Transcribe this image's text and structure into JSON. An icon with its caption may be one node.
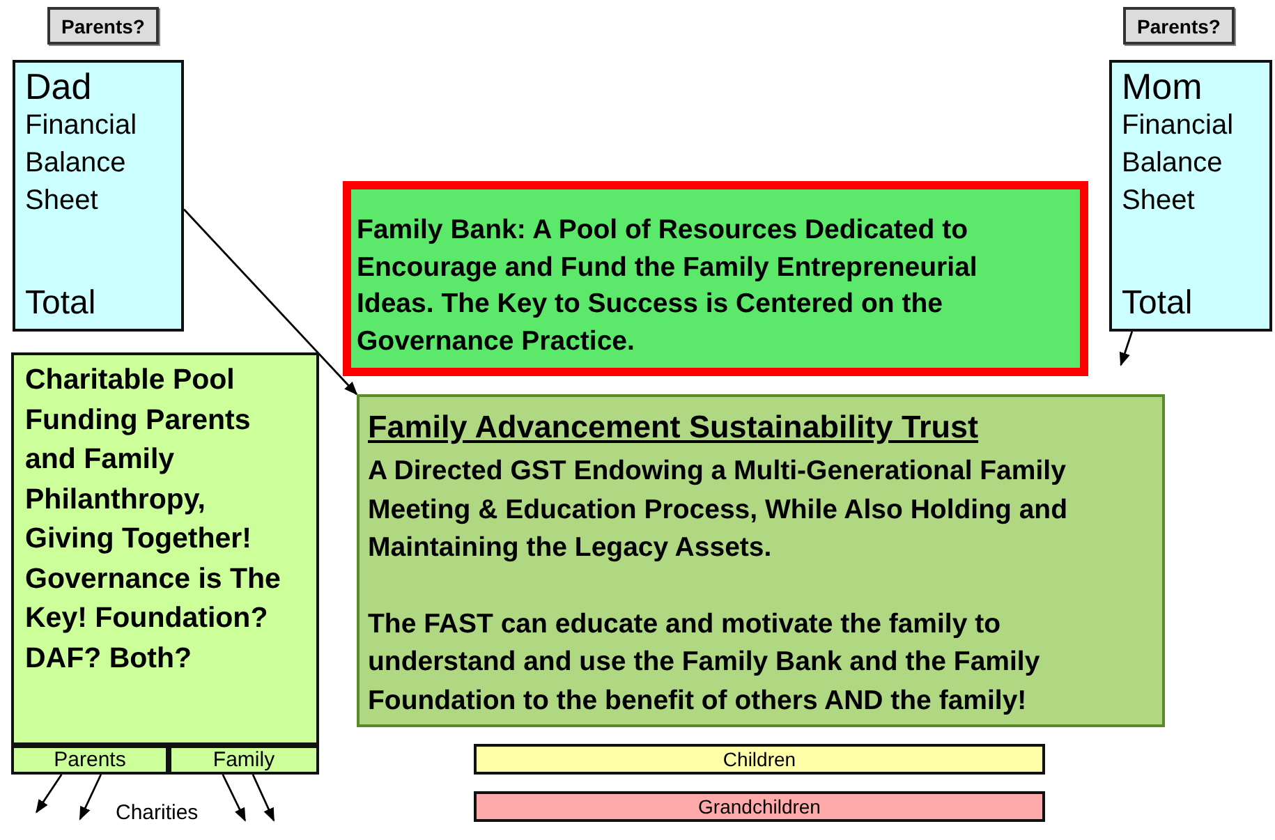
{
  "diagram": {
    "nodes": [
      {
        "text": [
          "Parents?"
        ]
      },
      {
        "text": [
          "Dad",
          "Financial Balance Sheet",
          "Total"
        ]
      },
      {
        "text": [
          "Parents?"
        ]
      },
      {
        "text": [
          "Mom",
          "Financial Balance Sheet",
          "Total"
        ]
      },
      {
        "text": [
          "Family Bank: A Pool of Resources Dedicated to Encourage and Fund the Family Entrepreneurial Ideas. The Key to Success is Centered on the Governance Practice."
        ]
      },
      {
        "text": [
          "Charitable Pool Funding Parents and Family Philanthropy, Giving Together! Governance is The Key! Foundation? DAF? Both?"
        ]
      },
      {
        "text": [
          "Parents"
        ]
      },
      {
        "text": [
          "Family"
        ]
      },
      {
        "text": [
          "Family Advancement Sustainability Trust",
          "A Directed GST Endowing a Multi-Generational Family Meeting & Education Process, While Also Holding and Maintaining the Legacy Assets.",
          "The FAST can educate and motivate the family to understand and use the Family Bank and the Family Foundation to the benefit of others AND the family!"
        ]
      },
      {
        "text": [
          "Children"
        ]
      },
      {
        "text": [
          "Grandchildren"
        ]
      }
    ],
    "edges": [
      {
        "from": 1,
        "to": 8,
        "arrow": "to"
      },
      {
        "from": 3,
        "to": null,
        "arrow": "to"
      },
      {
        "from": 6,
        "to": null,
        "arrow": "to"
      },
      {
        "from": 6,
        "to": null,
        "arrow": "to"
      },
      {
        "from": 7,
        "to": null,
        "arrow": "to"
      },
      {
        "from": 7,
        "to": null,
        "arrow": "to"
      }
    ],
    "labels": [
      "Charities"
    ]
  }
}
